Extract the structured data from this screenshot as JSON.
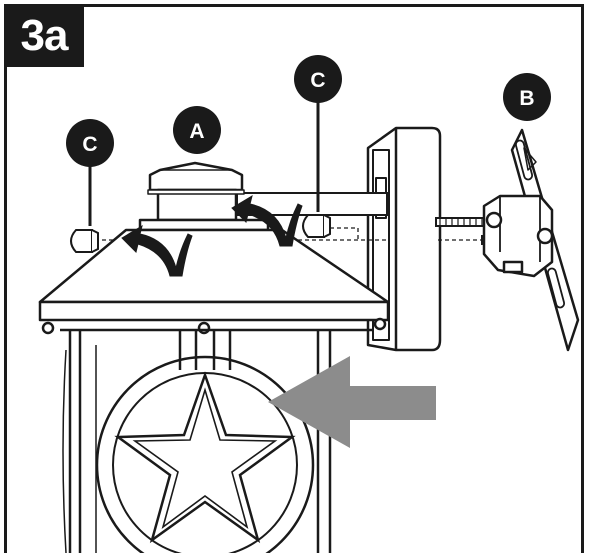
{
  "step": {
    "label": "3a"
  },
  "callouts": {
    "A": "A",
    "B": "B",
    "C_left": "C",
    "C_right": "C"
  },
  "icons": {
    "direction_arrow": "left-arrow-icon",
    "rotate_arrows": "rotate-counterclockwise-icon"
  },
  "colors": {
    "ink": "#1a1a1a",
    "arrow": "#8c8c8c",
    "background": "#ffffff"
  }
}
